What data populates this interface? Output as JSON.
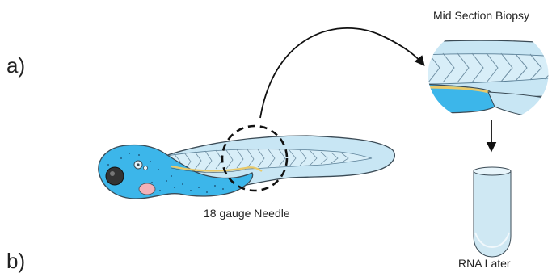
{
  "panels": {
    "a": "a)",
    "b": "b)"
  },
  "labels": {
    "biopsy": "Mid Section Biopsy",
    "needle": "18 gauge Needle",
    "storage": "RNA Later"
  },
  "colors": {
    "body_fill": "#3cb6ea",
    "fin_fill": "#c8e6f4",
    "tube_fill": "#cfe8f3",
    "outline": "#3a4a55",
    "gut_line": "#e8c96a",
    "gill_pink": "#f3b1b8"
  },
  "icons": {
    "dashed_circle": "dashed-selection-circle",
    "curved_arrow": "curved-arrow",
    "down_arrow": "down-arrow"
  }
}
